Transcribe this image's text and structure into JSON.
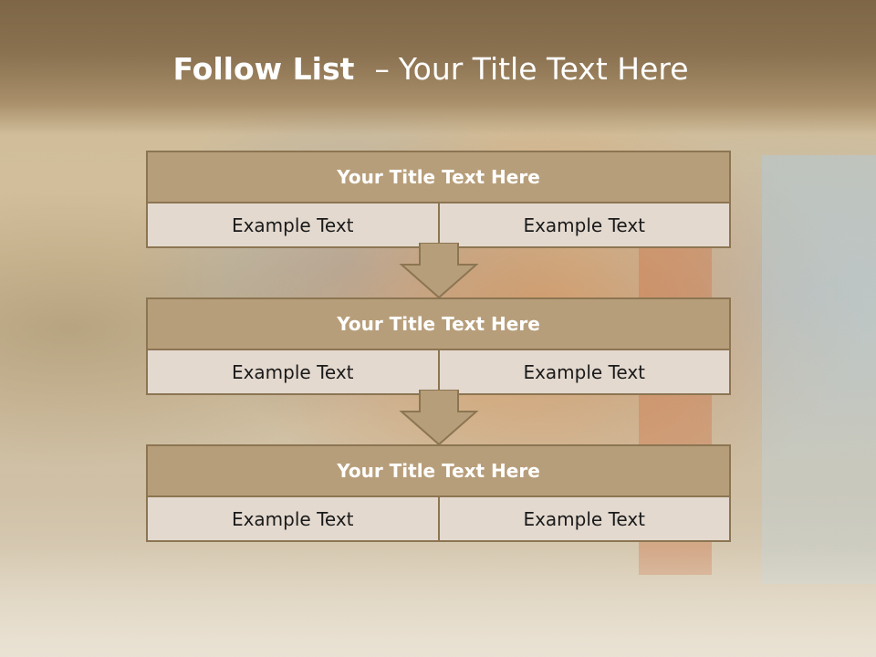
{
  "slide": {
    "title_bold": "Follow List",
    "title_sep": "–",
    "title_rest": "Your Title Text Here"
  },
  "blocks": [
    {
      "title": "Your Title Text Here",
      "left": "Example Text",
      "right": "Example Text"
    },
    {
      "title": "Your Title Text Here",
      "left": "Example Text",
      "right": "Example Text"
    },
    {
      "title": "Your Title Text Here",
      "left": "Example Text",
      "right": "Example Text"
    }
  ],
  "colors": {
    "header": "#8a7150",
    "block_title": "#b79e7a",
    "block_border": "#8c7552",
    "cell": "#e3d9cf"
  }
}
